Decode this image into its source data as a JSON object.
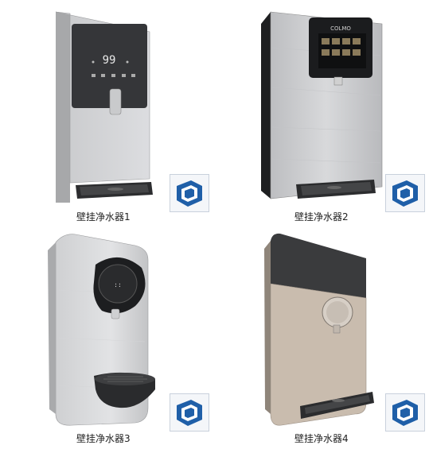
{
  "items": [
    {
      "caption": "壁挂净水器1",
      "display": "99",
      "badge_icon": "sketchup-icon"
    },
    {
      "caption": "壁挂净水器2",
      "brand": "COLMO",
      "badge_icon": "sketchup-icon"
    },
    {
      "caption": "壁挂净水器3",
      "badge_icon": "sketchup-icon"
    },
    {
      "caption": "壁挂净水器4",
      "badge_icon": "sketchup-icon"
    }
  ],
  "colors": {
    "badge_blue": "#1f5fa8",
    "panel_dark": "#2f3032",
    "steel": "#cfd0d2"
  }
}
